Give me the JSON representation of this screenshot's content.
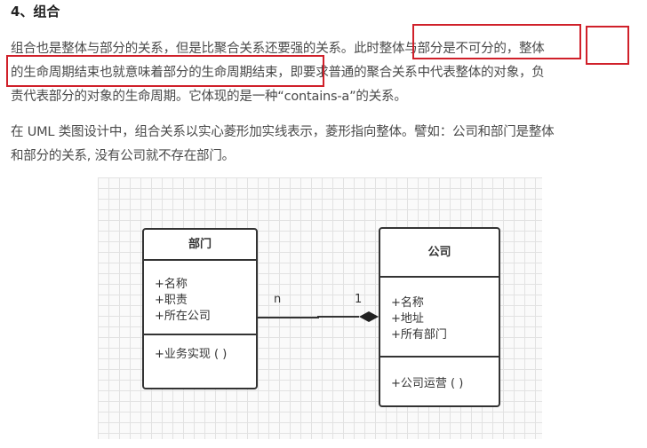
{
  "heading": "4、组合",
  "para1": [
    "组合也是整体与部分的关系，但是比聚合关系还要强的关系。此时整体与部分是不可分的，整体",
    "的生命周期结束也就意味着部分的生命周期结束，即要求普通的聚合关系中代表整体的对象，负",
    "责代表部分的对象的生命周期。它体现的是一种“contains-a”的关系。"
  ],
  "para2": [
    "在 UML 类图设计中，组合关系以实心菱形加实线表示，菱形指向整体。譬如：公司和部门是整体",
    "和部分的关系, 没有公司就不存在部门。"
  ],
  "diagram": {
    "part": {
      "title": "部门",
      "attrs": [
        "+名称",
        "+职责",
        "+所在公司"
      ],
      "method": "+业务实现 ( )"
    },
    "whole": {
      "title": "公司",
      "attrs": [
        "+名称",
        "+地址",
        "+所有部门"
      ],
      "method": "+公司运营 ( )"
    },
    "mult_part": "n",
    "mult_whole": "1"
  },
  "highlight_color": "#d0202a"
}
